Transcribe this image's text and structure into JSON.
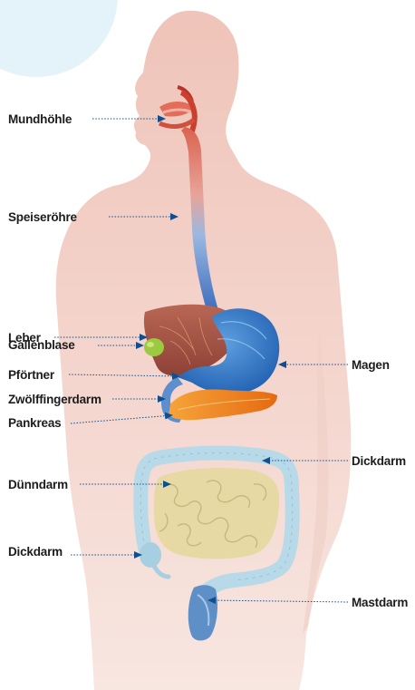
{
  "labels": {
    "mundhoehle": "Mundhöhle",
    "speiseroehre": "Speiseröhre",
    "leber": "Leber",
    "gallenblase": "Gallenblase",
    "pfoertner": "Pförtner",
    "zwoelffingerdarm": "Zwölffingerdarm",
    "pankreas": "Pankreas",
    "duenndarm": "Dünndarm",
    "dickdarm_left": "Dickdarm",
    "magen": "Magen",
    "dickdarm_right": "Dickdarm",
    "mastdarm": "Mastdarm"
  },
  "colors": {
    "body": "#f3d2ca",
    "esophagus": "#3c6fbf",
    "stomach": "#2f6fc3",
    "liver": "#a9584a",
    "gallbladder": "#9cc93f",
    "pancreas": "#f08a1c",
    "colon": "#b8d9e8",
    "small_intestine": "#e7d9a3",
    "arrow": "#0f4f8f",
    "circle": "#e3f3f9"
  }
}
